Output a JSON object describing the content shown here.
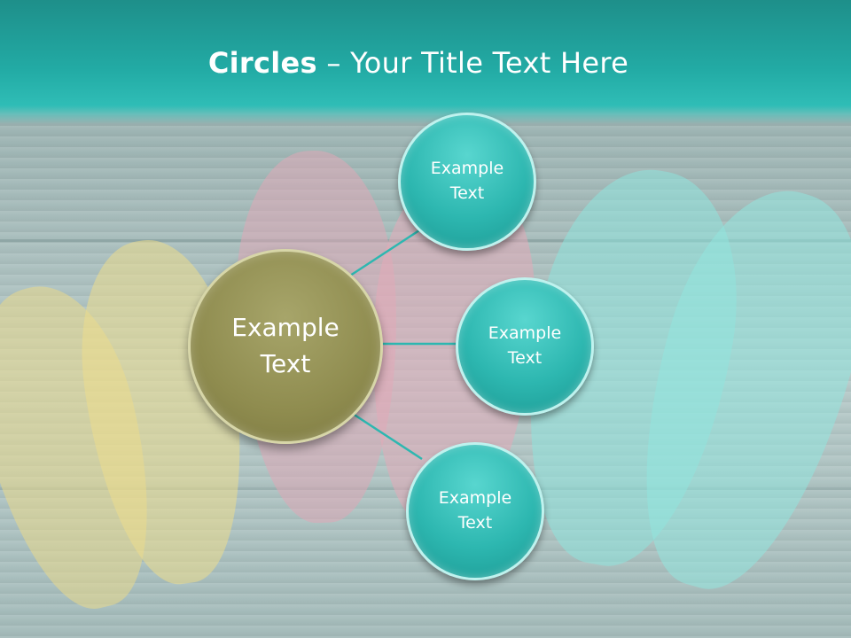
{
  "header": {
    "title_bold": "Circles",
    "title_rest": " – Your Title Text Here"
  },
  "diagram": {
    "center": {
      "label": "Example\nText"
    },
    "satellites": [
      {
        "label": "Example\nText"
      },
      {
        "label": "Example\nText"
      },
      {
        "label": "Example\nText"
      }
    ]
  },
  "colors": {
    "header": "#22aaa4",
    "center_circle": "#8f8c4f",
    "satellite_circle": "#2db7b0",
    "connector": "#2db7b0"
  }
}
